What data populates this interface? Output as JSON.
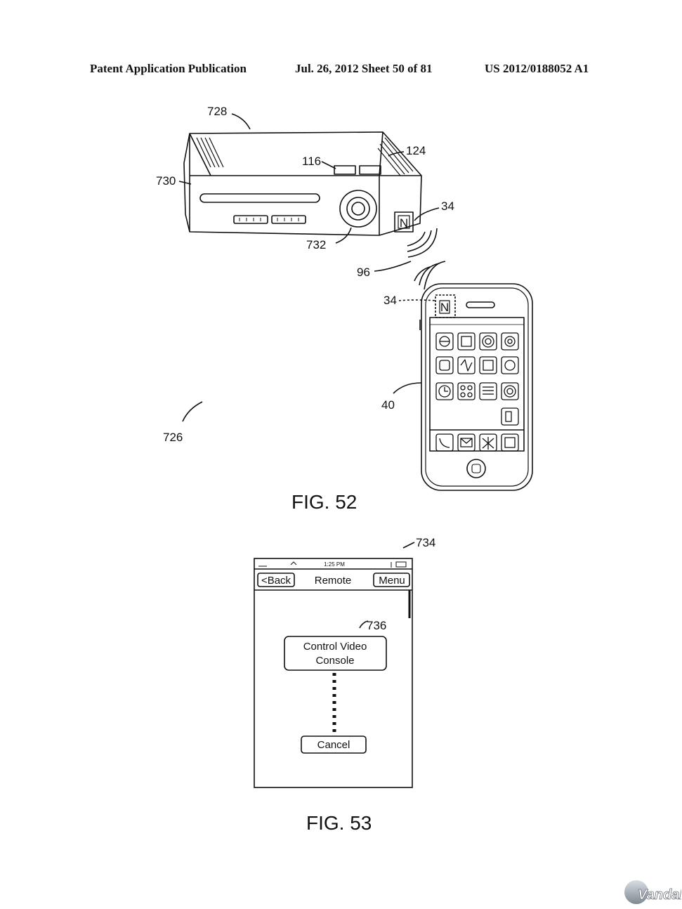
{
  "header": {
    "left": "Patent Application Publication",
    "middle": "Jul. 26, 2012   Sheet 50 of 81",
    "right": "US 2012/0188052 A1"
  },
  "fig52": {
    "caption": "FIG. 52",
    "refs": {
      "console": "728",
      "buttons": "116",
      "vent": "124",
      "front": "730",
      "disc": "732",
      "tag_console": "34",
      "signal": "96",
      "tag_phone": "34",
      "phone": "40",
      "system": "726"
    },
    "phone_icons": {
      "nfc_badge": "N",
      "console_badge": "N"
    }
  },
  "fig53": {
    "caption": "FIG. 53",
    "ref_screen": "734",
    "ref_button": "736",
    "status_time": "1:25 PM",
    "nav": {
      "back": "<Back",
      "title": "Remote",
      "menu": "Menu"
    },
    "control_button_line1": "Control Video",
    "control_button_line2": "Console",
    "cancel_button": "Cancel"
  },
  "watermark": "Vandal"
}
